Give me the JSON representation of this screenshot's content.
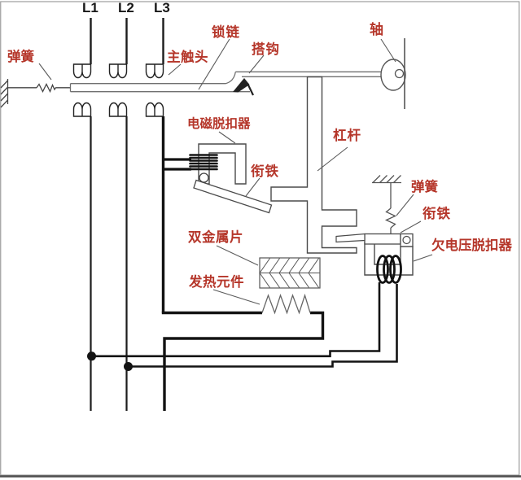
{
  "colors": {
    "label_red": "#b5362a",
    "phase_black": "#181818",
    "wire_dark": "#131313",
    "outline_gray": "#4a4a4a"
  },
  "phases": {
    "l1": "L1",
    "l2": "L2",
    "l3": "L3"
  },
  "labels": {
    "spring_left": "弹簧",
    "main_contact": "主触头",
    "lock_chain": "锁链",
    "hook": "搭钩",
    "shaft": "轴",
    "em_trip": "电磁脱扣器",
    "em_armature": "衔铁",
    "lever": "杠杆",
    "spring_right": "弹簧",
    "uv_armature": "衔铁",
    "uv_trip": "欠电压脱扣器",
    "bimetal": "双金属片",
    "heater": "发热元件"
  }
}
